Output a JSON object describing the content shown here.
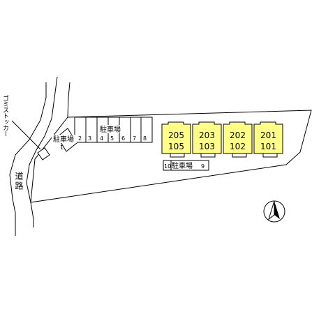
{
  "road_label": "道路",
  "trash_label": "ゴミストッカー",
  "parking_upper": {
    "label": "駐車場",
    "slots": [
      "2",
      "3",
      "4",
      "5",
      "6",
      "7",
      "8"
    ]
  },
  "parking_left": {
    "label": "駐車場",
    "slot": "1"
  },
  "parking_lower": {
    "label": "駐車場",
    "slot_left": "10",
    "slot_right": "9"
  },
  "units": [
    {
      "upper": "205",
      "lower": "105"
    },
    {
      "upper": "203",
      "lower": "103"
    },
    {
      "upper": "202",
      "lower": "102"
    },
    {
      "upper": "201",
      "lower": "101"
    }
  ],
  "compass_icon": "north-arrow-icon",
  "colors": {
    "building_fill": "#ffff88",
    "line": "#000000",
    "background": "#ffffff"
  }
}
